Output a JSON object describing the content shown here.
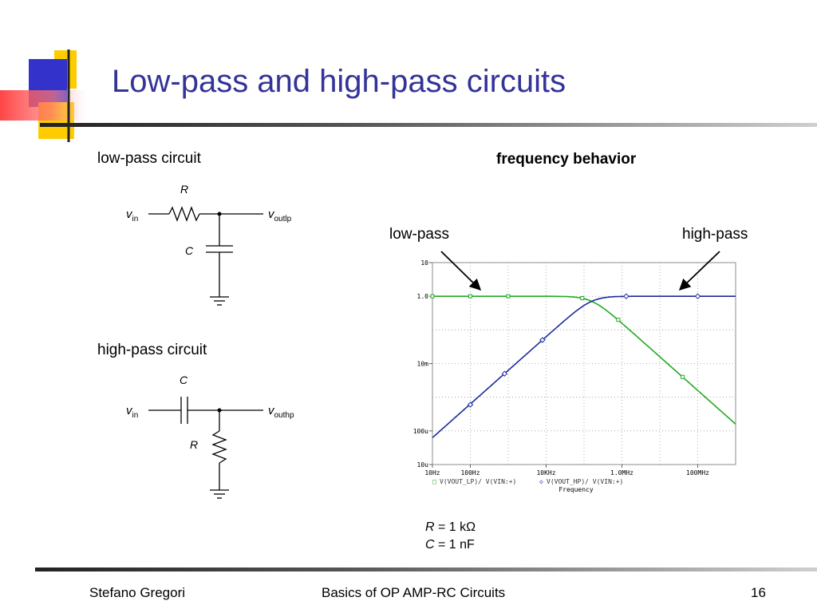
{
  "slide": {
    "title": "Low-pass and high-pass circuits",
    "page_number": "16"
  },
  "footer": {
    "author": "Stefano Gregori",
    "course": "Basics of OP AMP-RC Circuits",
    "page": "16"
  },
  "lowpass": {
    "heading": "low-pass circuit",
    "r_label": "R",
    "c_label": "C",
    "vin_main": "v",
    "vin_sub": "in",
    "vout_main": "v",
    "vout_sub": "outlp"
  },
  "highpass": {
    "heading": "high-pass circuit",
    "r_label": "R",
    "c_label": "C",
    "vin_main": "v",
    "vin_sub": "in",
    "vout_main": "v",
    "vout_sub": "outhp"
  },
  "freq": {
    "heading": "frequency behavior",
    "label_low": "low-pass",
    "label_high": "high-pass",
    "param_r_sym": "R",
    "param_r_val": " = 1 kΩ",
    "param_c_sym": "C",
    "param_c_val": " = 1 nF"
  },
  "chart_data": {
    "type": "line",
    "xscale": "log",
    "yscale": "log",
    "xlim": [
      10,
      1000000000
    ],
    "ylim": [
      1e-05,
      10
    ],
    "x_ticks": [
      "10Hz",
      "100Hz",
      "10KHz",
      "1.0MHz",
      "100MHz"
    ],
    "y_ticks": [
      "10",
      "1.0",
      "10m",
      "100u",
      "10u"
    ],
    "xlabel": "Frequency",
    "legend": [
      {
        "marker": "□",
        "text": "V(VOUT_LP)/ V(VIN:+)"
      },
      {
        "marker": "◇",
        "text": "V(VOUT_HP)/ V(VIN:+)"
      }
    ],
    "series": [
      {
        "name": "V(VOUT_LP)/ V(VIN:+)",
        "color": "#22aa22",
        "marker": "square",
        "x": [
          10,
          100,
          1000,
          10000,
          100000,
          200000,
          500000,
          1000000,
          10000000,
          100000000,
          1000000000
        ],
        "y": [
          1.0,
          1.0,
          1.0,
          1.0,
          0.85,
          0.62,
          0.3,
          0.16,
          0.016,
          0.0016,
          0.00016
        ]
      },
      {
        "name": "V(VOUT_HP)/ V(VIN:+)",
        "color": "#1c2a9c",
        "marker": "diamond",
        "x": [
          10,
          100,
          1000,
          10000,
          100000,
          200000,
          500000,
          1000000,
          10000000,
          100000000,
          1000000000
        ],
        "y": [
          6.3e-05,
          0.00063,
          0.0063,
          0.063,
          0.53,
          0.78,
          0.95,
          0.99,
          1.0,
          1.0,
          1.0
        ]
      }
    ],
    "marker_points": {
      "lp": [
        [
          10,
          1.0
        ],
        [
          100,
          1.0
        ],
        [
          1000,
          1.0
        ],
        [
          90000,
          0.88
        ],
        [
          800000,
          0.2
        ],
        [
          40000000,
          0.004
        ]
      ],
      "hp": [
        [
          100,
          0.0006
        ],
        [
          800,
          0.005
        ],
        [
          8000,
          0.05
        ],
        [
          1300000,
          1.0
        ],
        [
          100000000,
          1.0
        ]
      ]
    }
  },
  "colors": {
    "title": "#333399",
    "deco_blue": "#3333cc",
    "deco_yellow": "#ffcc00",
    "deco_red": "#ff4444",
    "rule": "#222222",
    "lp_curve": "#22aa22",
    "hp_curve": "#1c2a9c",
    "arrow": "#000000"
  }
}
